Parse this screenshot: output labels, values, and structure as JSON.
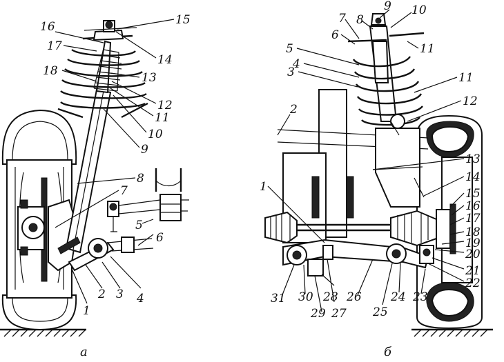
{
  "figure": {
    "left_panel": {
      "caption": "а",
      "callouts": [
        "1",
        "2",
        "3",
        "4",
        "5",
        "6",
        "7",
        "8",
        "9",
        "10",
        "11",
        "12",
        "13",
        "14",
        "15",
        "16",
        "17",
        "18"
      ]
    },
    "right_panel": {
      "caption": "б",
      "callouts": [
        "1",
        "2",
        "3",
        "4",
        "5",
        "6",
        "7",
        "8",
        "9",
        "10",
        "11",
        "11",
        "12",
        "13",
        "14",
        "15",
        "16",
        "17",
        "18",
        "19",
        "20",
        "21",
        "22",
        "23",
        "24",
        "25",
        "26",
        "27",
        "28",
        "29",
        "30",
        "31"
      ]
    }
  }
}
